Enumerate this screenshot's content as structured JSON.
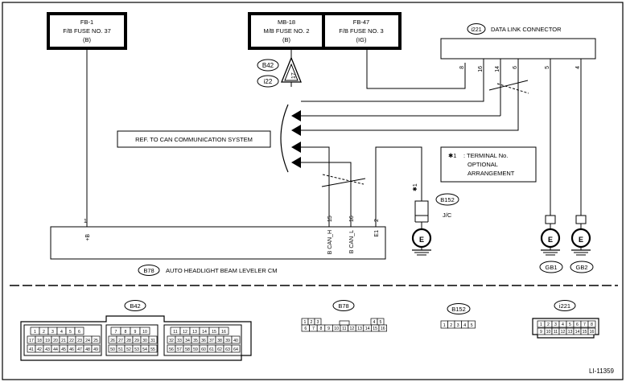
{
  "fuses": {
    "fb1": {
      "id": "FB-1",
      "name": "F/B FUSE NO. 37",
      "power": "(B)"
    },
    "mb18": {
      "id": "MB-18",
      "name": "M/B FUSE NO. 2",
      "power": "(B)"
    },
    "fb47": {
      "id": "FB-47",
      "name": "F/B FUSE NO. 3",
      "power": "(IG)"
    }
  },
  "data_link": {
    "code": "i221",
    "title": "DATA LINK CONNECTOR",
    "pins": [
      "8",
      "16",
      "14",
      "6",
      "5",
      "4"
    ]
  },
  "b42_top": "B42",
  "i22_top": "i22",
  "pin17": "17",
  "ref_can": "REF. TO CAN COMMUNICATION SYSTEM",
  "note": {
    "mark": "✱1",
    "line1": ": TERMINAL No.",
    "line2": "OPTIONAL",
    "line3": "ARRANGEMENT"
  },
  "jc": {
    "code": "B152",
    "label": "J/C",
    "star": "✱1"
  },
  "ecu": {
    "code": "B78",
    "title": "AUTO HEADLIGHT BEAM LEVELER CM",
    "pins": {
      "p1": "1",
      "p15": "15",
      "p16": "16",
      "p2": "2"
    },
    "labels": {
      "pb": "+B",
      "canh": "B CAN_H",
      "canl": "B CAN_L",
      "e1": "E1"
    }
  },
  "grounds": {
    "e": "E",
    "gb1": "GB1",
    "gb2": "GB2"
  },
  "connectors": {
    "b42": {
      "code": "B42",
      "rows": [
        [
          "1",
          "2",
          "3",
          "4",
          "5",
          "6",
          "7",
          "8",
          "9",
          "10",
          "11",
          "12",
          "13",
          "14",
          "15",
          "16"
        ],
        [
          "17",
          "18",
          "19",
          "20",
          "21",
          "22",
          "23",
          "24",
          "25",
          "26",
          "27",
          "28",
          "29",
          "30",
          "31",
          "32",
          "33",
          "34",
          "35",
          "36",
          "37",
          "38",
          "39",
          "40"
        ],
        [
          "41",
          "42",
          "43",
          "44",
          "45",
          "46",
          "47",
          "48",
          "49",
          "50",
          "51",
          "52",
          "53",
          "54",
          "55",
          "56",
          "57",
          "58",
          "59",
          "60",
          "61",
          "62",
          "63",
          "64"
        ]
      ]
    },
    "b78": {
      "code": "B78",
      "row1": [
        "1",
        "2",
        "3",
        "4",
        "5"
      ],
      "row2": [
        "6",
        "7",
        "8",
        "9",
        "10",
        "11",
        "12",
        "13",
        "14",
        "15",
        "16"
      ]
    },
    "b152": {
      "code": "B152",
      "row": [
        "1",
        "2",
        "3",
        "4",
        "5"
      ]
    },
    "i221": {
      "code": "i221",
      "row1": [
        "1",
        "2",
        "3",
        "4",
        "5",
        "6",
        "7",
        "8"
      ],
      "row2": [
        "9",
        "10",
        "11",
        "12",
        "13",
        "14",
        "15",
        "16"
      ]
    }
  },
  "figure_id": "LI-11359"
}
